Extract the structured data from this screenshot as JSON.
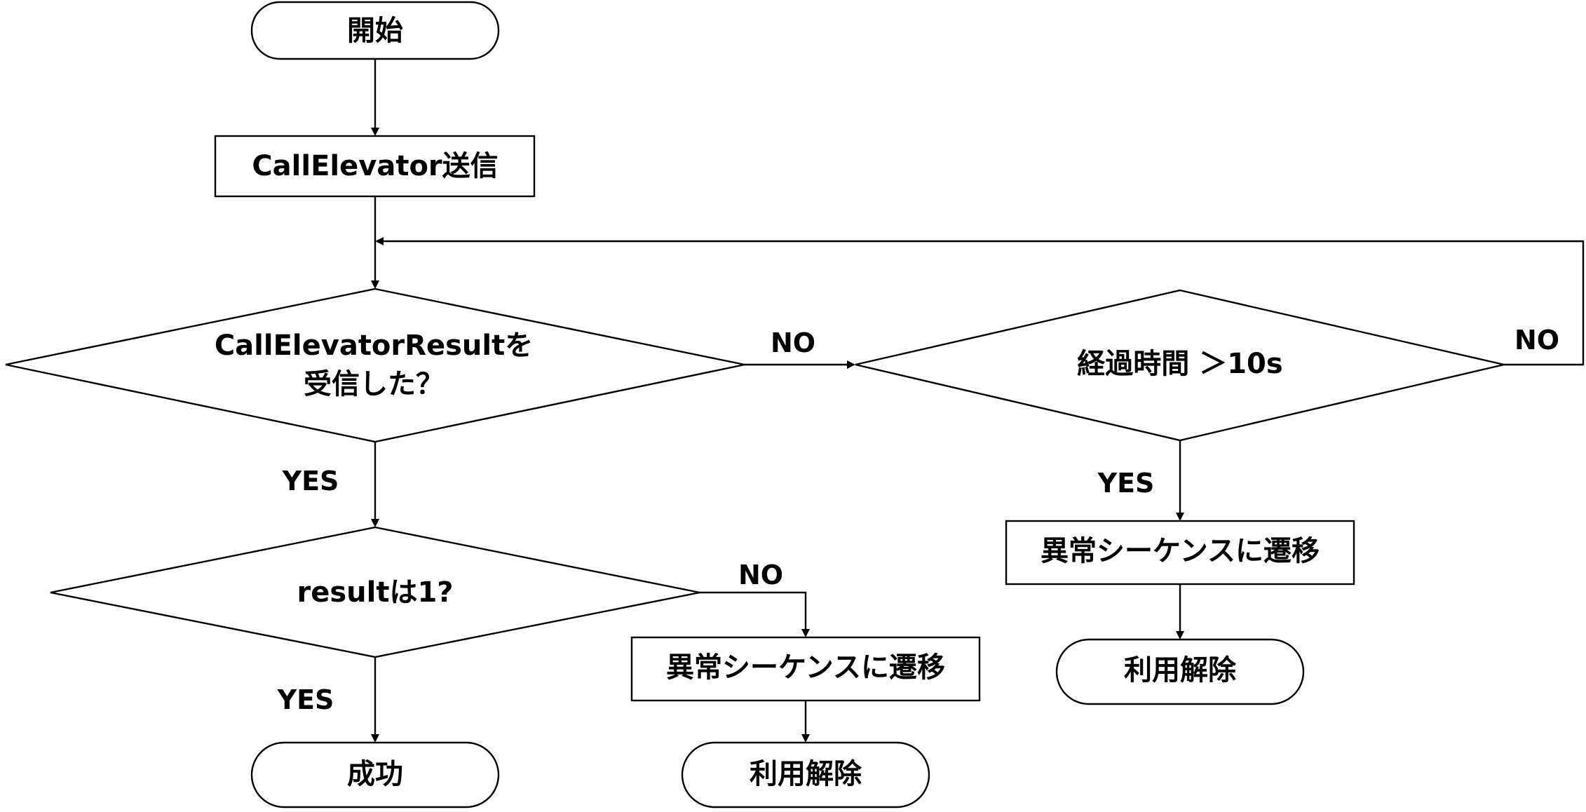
{
  "nodes": {
    "start": "開始",
    "send_call": "CallElevator送信",
    "check_received_line1": "CallElevatorResultを",
    "check_received_line2": "受信した？",
    "check_timeout": "経過時間 ＞10s",
    "check_result": "resultは1?",
    "error_from_timeout": "異常シーケンスに遷移",
    "release_from_timeout": "利用解除",
    "error_from_result": "異常シーケンスに遷移",
    "release_from_result": "利用解除",
    "success": "成功"
  },
  "edges": {
    "received_no": "NO",
    "received_yes": "YES",
    "timeout_no": "NO",
    "timeout_yes": "YES",
    "result_no": "NO",
    "result_yes": "YES"
  }
}
